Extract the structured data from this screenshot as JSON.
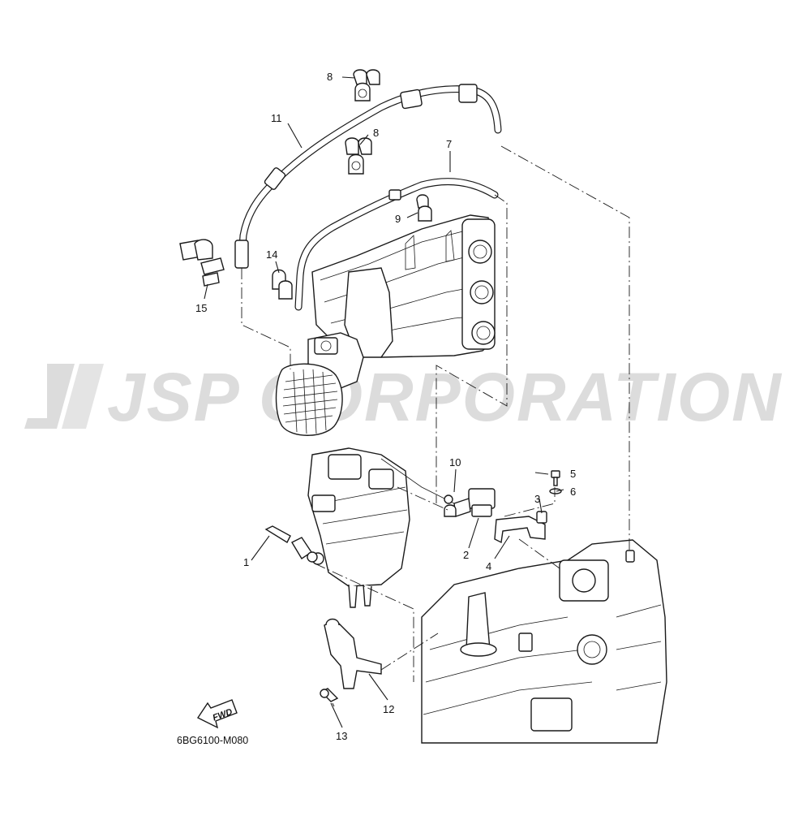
{
  "watermark": {
    "text": "JSP CORPORATION",
    "color": "#dcdcdc"
  },
  "diagram_code": "6BG6100-M080",
  "fwd_label": "FWD",
  "callouts": [
    {
      "id": "1",
      "label": "1"
    },
    {
      "id": "2",
      "label": "2"
    },
    {
      "id": "3",
      "label": "3"
    },
    {
      "id": "4",
      "label": "4"
    },
    {
      "id": "5",
      "label": "5"
    },
    {
      "id": "6",
      "label": "6"
    },
    {
      "id": "7",
      "label": "7"
    },
    {
      "id": "8a",
      "label": "8"
    },
    {
      "id": "8b",
      "label": "8"
    },
    {
      "id": "9",
      "label": "9"
    },
    {
      "id": "10",
      "label": "10"
    },
    {
      "id": "11",
      "label": "11"
    },
    {
      "id": "12",
      "label": "12"
    },
    {
      "id": "13",
      "label": "13"
    },
    {
      "id": "14",
      "label": "14"
    },
    {
      "id": "15",
      "label": "15"
    }
  ]
}
